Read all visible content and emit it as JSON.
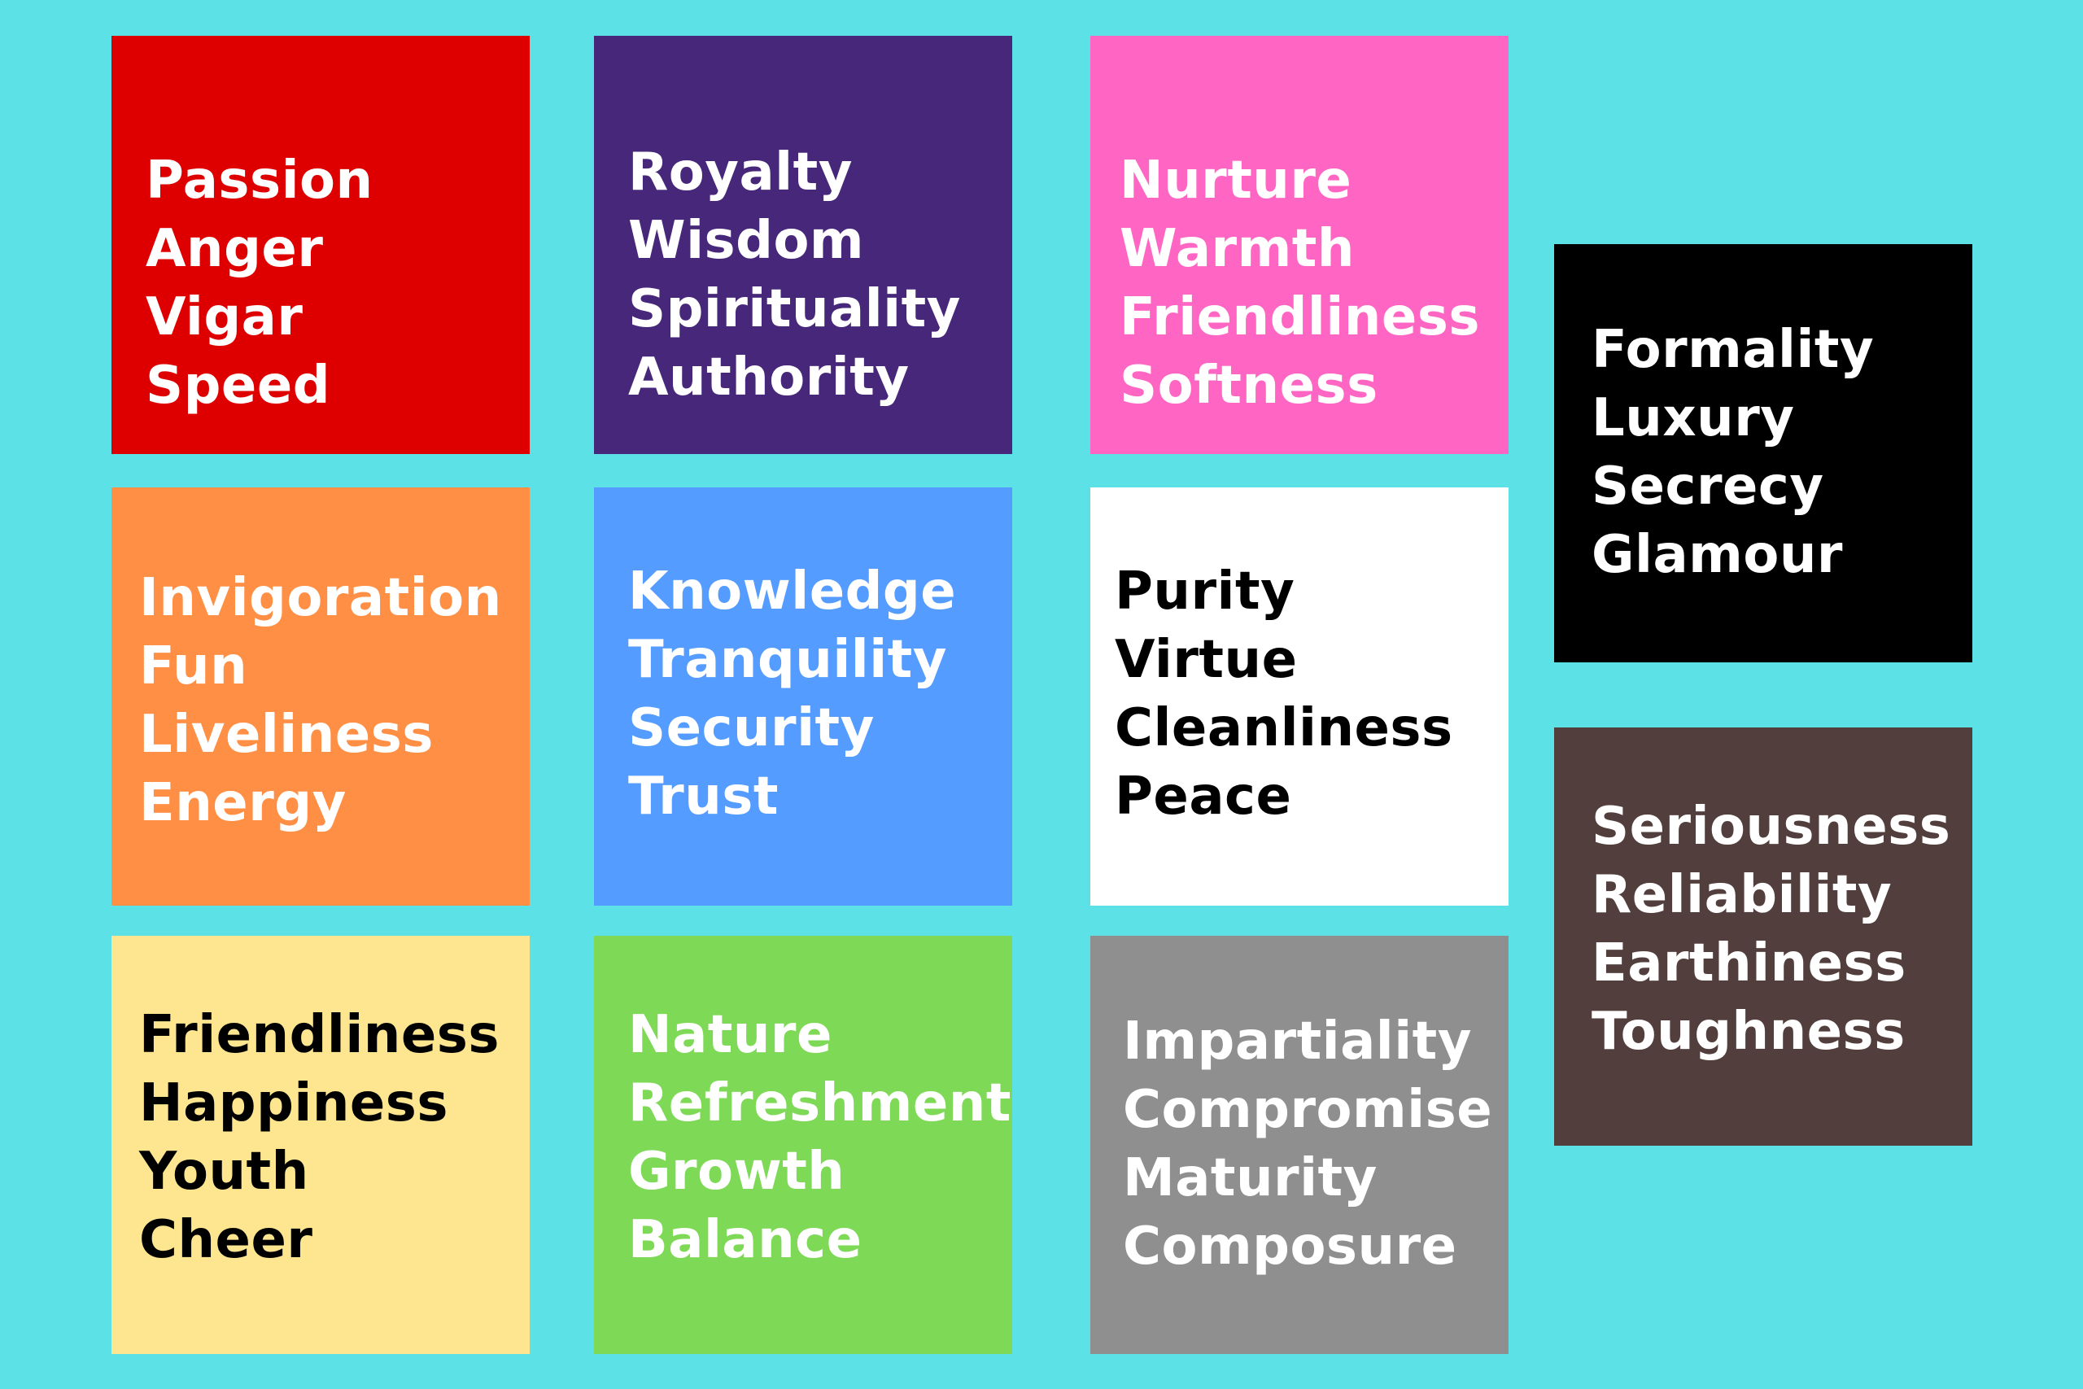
{
  "background_color": "#5ce1e6",
  "tiles": [
    {
      "color": "#de0000",
      "text_color": "#ffffff",
      "words": [
        "Passion",
        "Anger",
        "Vigar",
        "Speed"
      ]
    },
    {
      "color": "#46277a",
      "text_color": "#ffffff",
      "words": [
        "Royalty",
        "Wisdom",
        "Spirituality",
        "Authority"
      ]
    },
    {
      "color": "#ff66c4",
      "text_color": "#ffffff",
      "words": [
        "Nurture",
        "Warmth",
        "Friendliness",
        "Softness"
      ]
    },
    {
      "color": "#000000",
      "text_color": "#ffffff",
      "words": [
        "Formality",
        "Luxury",
        "Secrecy",
        "Glamour"
      ]
    },
    {
      "color": "#ff8f45",
      "text_color": "#ffffff",
      "words": [
        "Invigoration",
        "Fun",
        "Liveliness",
        "Energy"
      ]
    },
    {
      "color": "#549cff",
      "text_color": "#ffffff",
      "words": [
        "Knowledge",
        "Tranquility",
        "Security",
        "Trust"
      ]
    },
    {
      "color": "#ffffff",
      "text_color": "#000000",
      "words": [
        "Purity",
        "Virtue",
        "Cleanliness",
        "Peace"
      ]
    },
    {
      "color": "#523f3d",
      "text_color": "#ffffff",
      "words": [
        "Seriousness",
        "Reliability",
        "Earthiness",
        "Toughness"
      ]
    },
    {
      "color": "#fde68f",
      "text_color": "#000000",
      "words": [
        "Friendliness",
        "Happiness",
        "Youth",
        "Cheer"
      ]
    },
    {
      "color": "#7ed957",
      "text_color": "#ffffff",
      "words": [
        "Nature",
        "Refreshment",
        "Growth",
        "Balance"
      ]
    },
    {
      "color": "#8f8f8f",
      "text_color": "#ffffff",
      "words": [
        "Impartiality",
        "Compromise",
        "Maturity",
        "Composure"
      ]
    }
  ]
}
